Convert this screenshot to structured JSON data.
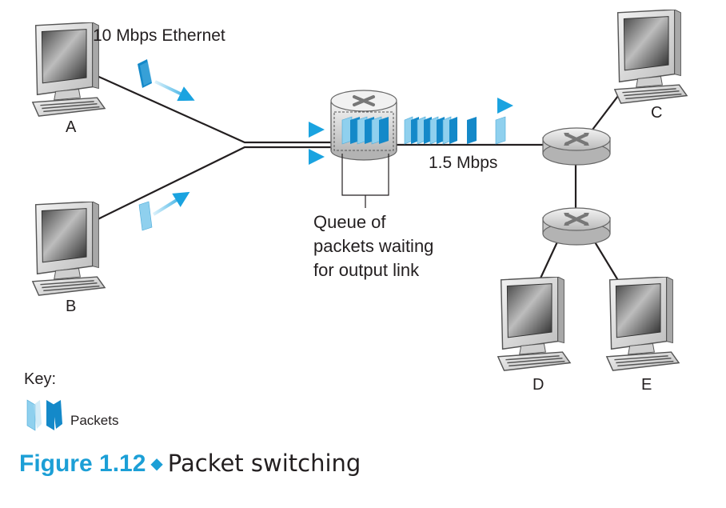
{
  "links": {
    "ethernet_label": "10 Mbps Ethernet",
    "output_label": "1.5 Mbps"
  },
  "hosts": {
    "a": "A",
    "b": "B",
    "c": "C",
    "d": "D",
    "e": "E"
  },
  "queue_note": "Queue of\npackets waiting\nfor output link",
  "key": {
    "title": "Key:",
    "packets_label": "Packets"
  },
  "caption": {
    "figure_number": "Figure 1.12",
    "title": "Packet switching"
  },
  "colors": {
    "packet_light": "#8fd0ee",
    "packet_dark": "#1489c9",
    "arrow": "#1aa3e0",
    "caption_accent": "#1c9fd6",
    "line": "#231f20"
  }
}
